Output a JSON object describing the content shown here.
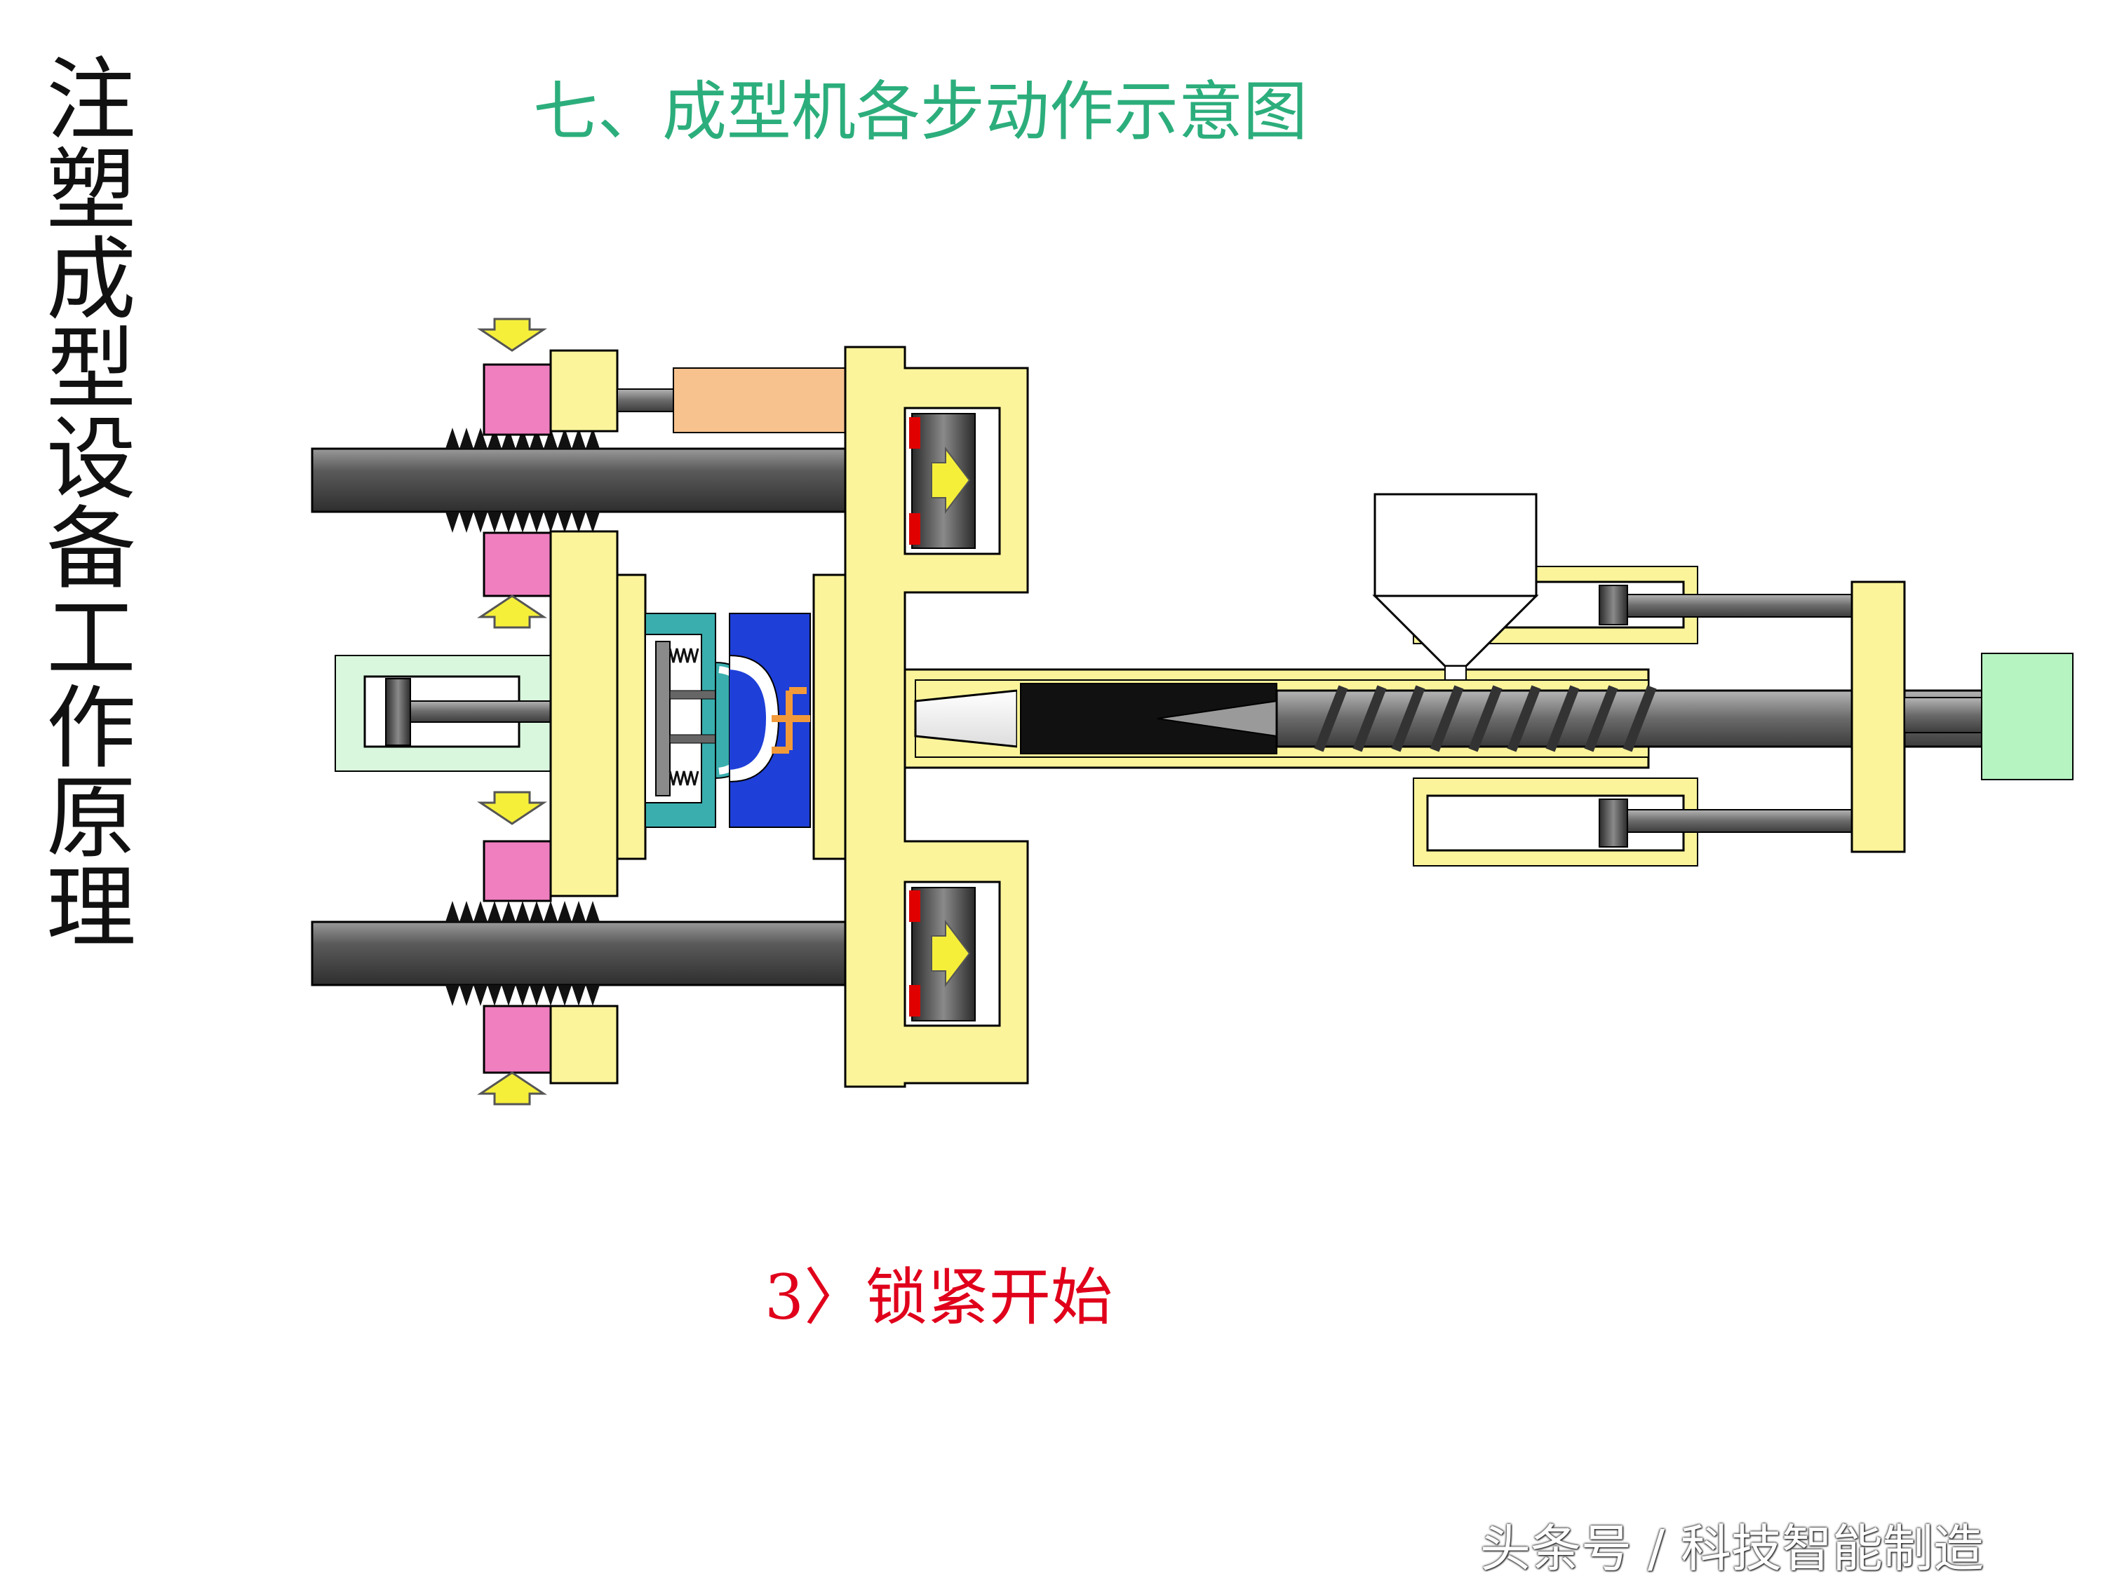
{
  "side_title": "注塑成型设备工作原理",
  "main_title": "七、成型机各步动作示意图",
  "step_label": "3〉锁紧开始",
  "watermark": "头条号 / 科技智能制造",
  "colors": {
    "title_green": "#2cae7c",
    "step_red": "#e0001b",
    "platen_yellow": "#fbf49b",
    "outline_black": "#000000",
    "tie_bar_gray": "#555555",
    "nut_pink": "#f07fc0",
    "cylinder_orange": "#f7c28e",
    "mold_teal": "#3aaeae",
    "mold_blue": "#1e3fd8",
    "motor_green": "#b6f4c2",
    "piston_dark": "#404040",
    "arrow_yellow": "#f5ef3a",
    "red_seal": "#e00000",
    "screw_black": "#111111"
  },
  "icons": [
    "arrow-down-icon",
    "arrow-up-icon",
    "arrow-right-icon"
  ]
}
